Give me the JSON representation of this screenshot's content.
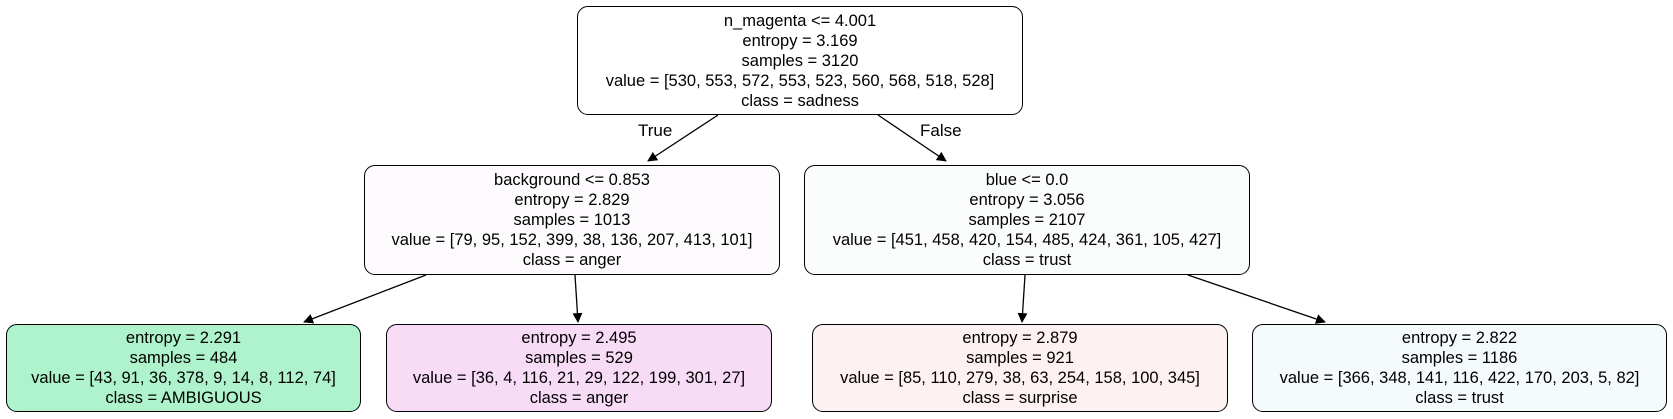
{
  "tree": {
    "edge_labels": {
      "true_label": "True",
      "false_label": "False"
    },
    "nodes": {
      "root": {
        "split": "n_magenta <= 4.001",
        "entropy": "entropy = 3.169",
        "samples": "samples = 3120",
        "value": "value = [530, 553, 572, 553, 523, 560, 568, 518, 528]",
        "class": "class = sadness",
        "fill": "#ffffff"
      },
      "left": {
        "split": "background <= 0.853",
        "entropy": "entropy = 2.829",
        "samples": "samples = 1013",
        "value": "value = [79, 95, 152, 399, 38, 136, 207, 413, 101]",
        "class": "class = anger",
        "fill": "#fdfbfe"
      },
      "right": {
        "split": "blue <= 0.0",
        "entropy": "entropy = 3.056",
        "samples": "samples = 2107",
        "value": "value = [451, 458, 420, 154, 485, 424, 361, 105, 427]",
        "class": "class = trust",
        "fill": "#fafdfc"
      },
      "left_left": {
        "entropy": "entropy = 2.291",
        "samples": "samples = 484",
        "value": "value = [43, 91, 36, 378, 9, 14, 8, 112, 74]",
        "class": "class = AMBIGUOUS",
        "fill": "#aef3cb"
      },
      "left_right": {
        "entropy": "entropy = 2.495",
        "samples": "samples = 529",
        "value": "value = [36, 4, 116, 21, 29, 122, 199, 301, 27]",
        "class": "class = anger",
        "fill": "#f8dcf6"
      },
      "right_left": {
        "entropy": "entropy = 2.879",
        "samples": "samples = 921",
        "value": "value = [85, 110, 279, 38, 63, 254, 158, 100, 345]",
        "class": "class = surprise",
        "fill": "#fdf1f2"
      },
      "right_right": {
        "entropy": "entropy = 2.822",
        "samples": "samples = 1186",
        "value": "value = [366, 348, 141, 116, 422, 170, 203, 5, 82]",
        "class": "class = trust",
        "fill": "#f5fbfd"
      }
    }
  }
}
